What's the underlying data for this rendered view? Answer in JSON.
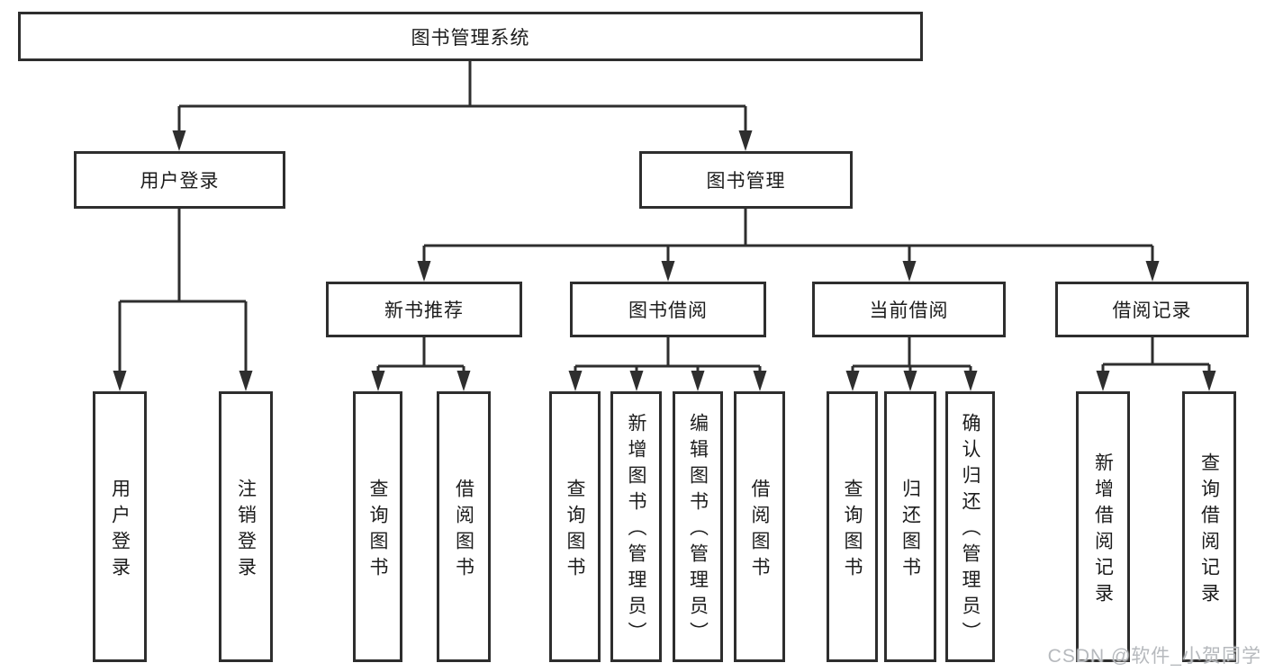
{
  "diagram": {
    "root": {
      "label": "图书管理系统",
      "children": [
        {
          "label": "用户登录",
          "children": [
            {
              "label": "用户登录"
            },
            {
              "label": "注销登录"
            }
          ]
        },
        {
          "label": "图书管理",
          "children": [
            {
              "label": "新书推荐",
              "children": [
                {
                  "label": "查询图书"
                },
                {
                  "label": "借阅图书"
                }
              ]
            },
            {
              "label": "图书借阅",
              "children": [
                {
                  "label": "查询图书"
                },
                {
                  "label": "新增图书（管理员）"
                },
                {
                  "label": "编辑图书（管理员）"
                },
                {
                  "label": "借阅图书"
                }
              ]
            },
            {
              "label": "当前借阅",
              "children": [
                {
                  "label": "查询图书"
                },
                {
                  "label": "归还图书"
                },
                {
                  "label": "确认归还（管理员）"
                }
              ]
            },
            {
              "label": "借阅记录",
              "children": [
                {
                  "label": "新增借阅记录"
                },
                {
                  "label": "查询借阅记录"
                }
              ]
            }
          ]
        }
      ]
    }
  },
  "watermark": {
    "text": "CSDN @软件_小贺同学"
  },
  "colors": {
    "line": "#2e2e2e",
    "text": "#1c1c1c",
    "background": "#ffffff",
    "watermark": "#b6b9bd"
  }
}
